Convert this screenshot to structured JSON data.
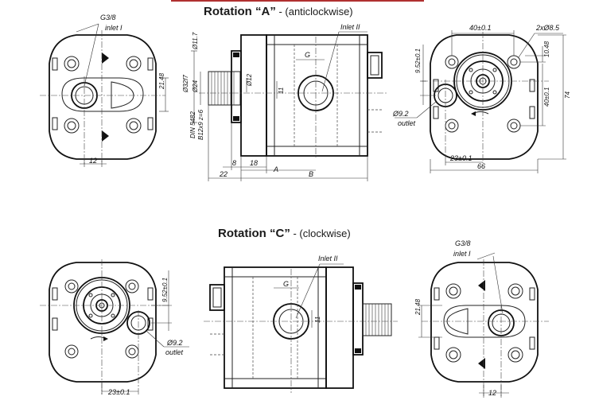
{
  "titles": {
    "a_main": "Rotation “A”",
    "a_sub": " - (anticlockwise)",
    "c_main": "Rotation “C”",
    "c_sub": " - (clockwise)"
  },
  "labels": {
    "g38": "G3/8",
    "inlet1": "inlet I",
    "inlet2": "Inlet II",
    "outlet": "outlet",
    "g": "G",
    "a": "A",
    "b": "B"
  },
  "dims": {
    "d2148": "21.48",
    "d12": "12",
    "d117": "Ø11.7",
    "d3217": "Ø32f7",
    "d24": "Ø24",
    "d12s": "Ø12",
    "din": "DIN 5482",
    "b12": "B12x9 z=6",
    "d11": "11",
    "d8": "8",
    "d18": "18",
    "d22": "22",
    "d40": "40±0.1",
    "d2x85": "2xØ8.5",
    "d1048": "10.48",
    "d952": "9.52±0.1",
    "d40v": "40±0.1",
    "d74": "74",
    "d92": "Ø9.2",
    "d23": "23±0.1",
    "d66": "66"
  },
  "colors": {
    "line": "#222222",
    "accent": "#b03030"
  }
}
